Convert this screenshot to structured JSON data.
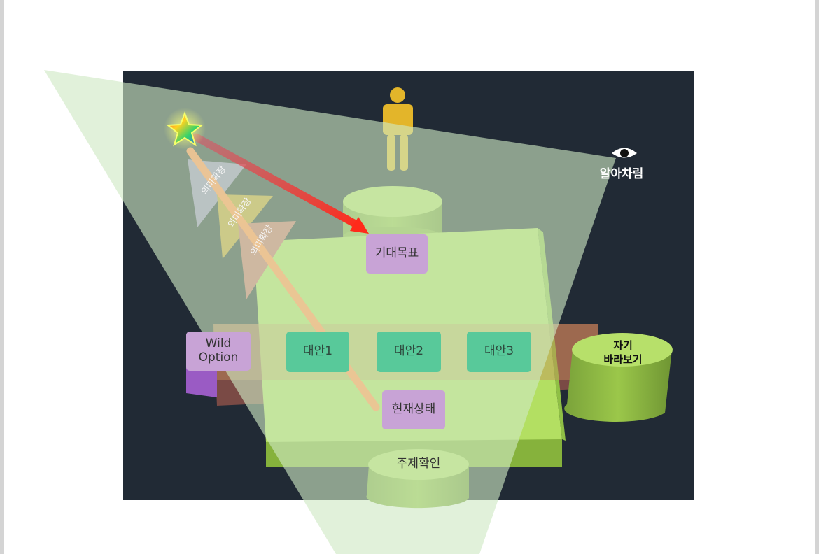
{
  "diagram": {
    "awareness_label": "알아차림",
    "meaning_labels": [
      "의미확장",
      "의미확장",
      "의미확장"
    ],
    "goal_label": "기대목표",
    "current_state_label": "현재상태",
    "topic_check_label": "주제확인",
    "self_reflection_label": "자기\n바라보기",
    "wild_option_label": "Wild\nOption",
    "alternatives": [
      "대안1",
      "대안2",
      "대안3"
    ],
    "icons": [
      "person-icon",
      "eye-icon",
      "star-icon"
    ],
    "colors": {
      "background": "#212a35",
      "platform": "#b3df62",
      "goal_card": "#c8a3d6",
      "alternative_card": "#58c99a",
      "spotlight": "#cfe8c3",
      "arrow_goal": "#e0403a",
      "arrow_current": "#ecc493",
      "triangle_1": "#9a86c2",
      "triangle_2": "#c99a2a",
      "triangle_3": "#cc6a6a"
    }
  }
}
